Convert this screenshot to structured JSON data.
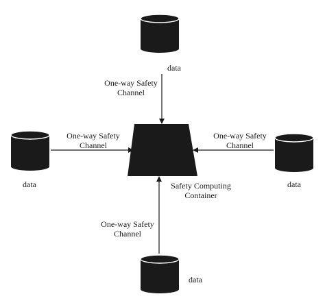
{
  "colors": {
    "shape_fill": "#1a1a1a",
    "line": "#1a1a1a",
    "background": "#ffffff"
  },
  "container": {
    "label_line1": "Safety Computing",
    "label_line2": "Container"
  },
  "data_sources": {
    "top": {
      "label": "data"
    },
    "left": {
      "label": "data"
    },
    "right": {
      "label": "data"
    },
    "bottom": {
      "label": "data"
    }
  },
  "channels": {
    "top": {
      "line1": "One-way Safety",
      "line2": "Channel"
    },
    "left": {
      "line1": "One-way Safety",
      "line2": "Channel"
    },
    "right": {
      "line1": "One-way Safety",
      "line2": "Channel"
    },
    "bottom": {
      "line1": "One-way Safety",
      "line2": "Channel"
    }
  }
}
